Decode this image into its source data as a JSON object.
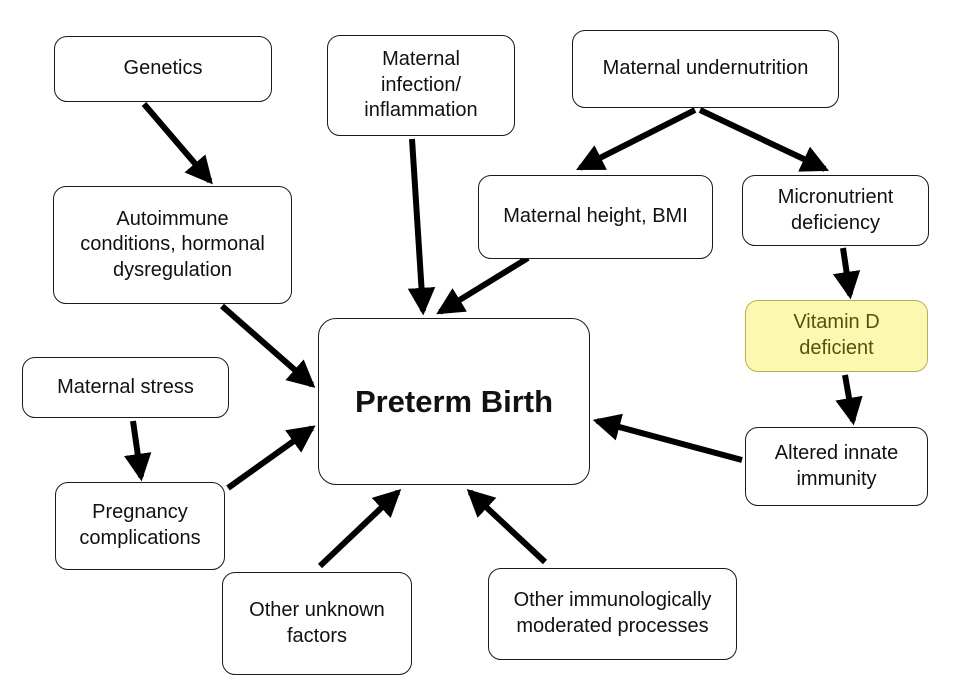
{
  "diagram": {
    "title": "Preterm Birth causal pathway diagram",
    "colors": {
      "node_fill": "#ffffff",
      "node_border": "#1a1a1a",
      "node_text": "#111111",
      "highlight_fill": "#fbf8b0",
      "highlight_border": "#b9b24a",
      "highlight_text": "#55520f",
      "arrow": "#000000",
      "background": "#ffffff"
    },
    "nodes": [
      {
        "id": "genetics",
        "label": "Genetics"
      },
      {
        "id": "maternal-infection",
        "label": "Maternal\ninfection/\ninflammation"
      },
      {
        "id": "maternal-undernutrition",
        "label": "Maternal undernutrition"
      },
      {
        "id": "autoimmune",
        "label": "Autoimmune\nconditions, hormonal\ndysregulation"
      },
      {
        "id": "maternal-height-bmi",
        "label": "Maternal height, BMI"
      },
      {
        "id": "micronutrient-deficiency",
        "label": "Micronutrient\ndeficiency"
      },
      {
        "id": "vitamin-d-deficient",
        "label": "Vitamin D\ndeficient"
      },
      {
        "id": "maternal-stress",
        "label": "Maternal stress"
      },
      {
        "id": "preterm-birth",
        "label": "Preterm Birth"
      },
      {
        "id": "altered-innate-immunity",
        "label": "Altered innate\nimmunity"
      },
      {
        "id": "pregnancy-complications",
        "label": "Pregnancy\ncomplications"
      },
      {
        "id": "other-unknown-factors",
        "label": "Other unknown\nfactors"
      },
      {
        "id": "other-immunologically",
        "label": "Other immunologically\nmoderated processes"
      }
    ],
    "edges": [
      {
        "from": "genetics",
        "to": "autoimmune"
      },
      {
        "from": "maternal-infection",
        "to": "preterm-birth"
      },
      {
        "from": "maternal-undernutrition",
        "to": "maternal-height-bmi"
      },
      {
        "from": "maternal-undernutrition",
        "to": "micronutrient-deficiency"
      },
      {
        "from": "maternal-height-bmi",
        "to": "preterm-birth"
      },
      {
        "from": "micronutrient-deficiency",
        "to": "vitamin-d-deficient"
      },
      {
        "from": "vitamin-d-deficient",
        "to": "altered-innate-immunity"
      },
      {
        "from": "altered-innate-immunity",
        "to": "preterm-birth"
      },
      {
        "from": "autoimmune",
        "to": "preterm-birth"
      },
      {
        "from": "maternal-stress",
        "to": "pregnancy-complications"
      },
      {
        "from": "pregnancy-complications",
        "to": "preterm-birth"
      },
      {
        "from": "other-unknown-factors",
        "to": "preterm-birth"
      },
      {
        "from": "other-immunologically",
        "to": "preterm-birth"
      }
    ]
  }
}
